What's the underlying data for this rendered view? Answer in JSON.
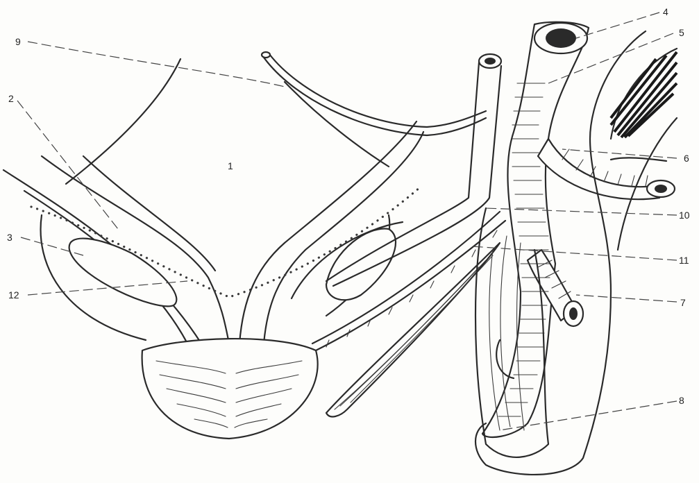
{
  "labels": [
    "1",
    "2",
    "3",
    "4",
    "5",
    "6",
    "7",
    "8",
    "9",
    "10",
    "11",
    "12"
  ]
}
